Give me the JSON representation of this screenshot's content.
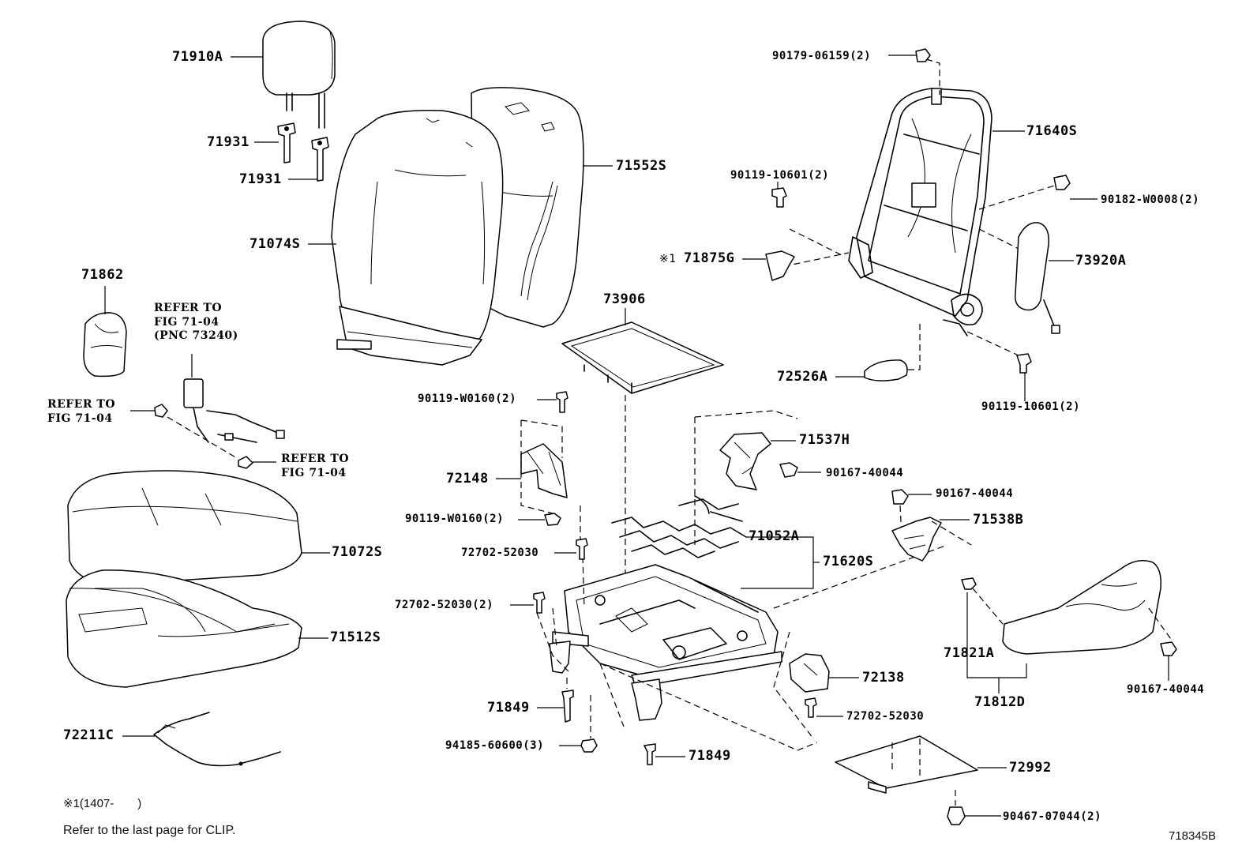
{
  "labels": {
    "headrest": "71910A",
    "headrest_guide_1": "71931",
    "headrest_guide_2": "71931",
    "back_cover": "71552S",
    "back_pad": "71074S",
    "cover_71862": "71862",
    "refer_belt": "REFER TO\nFIG 71-04\n(PNC 73240)",
    "refer_left": "REFER TO\nFIG 71-04",
    "refer_bottom": "REFER TO\nFIG 71-04",
    "cushion_pad": "71072S",
    "cushion_cover": "71512S",
    "wire_72211c": "72211C",
    "pan_73906": "73906",
    "bolt_top": "90119-W0160(2)",
    "bracket_72148": "72148",
    "bolt_lower": "90119-W0160(2)",
    "screw_72702_a": "72702-52030",
    "screw_72702_b": "72702-52030(2)",
    "bolt_71849_a": "71849",
    "nut_94185": "94185-60600(3)",
    "bolt_71849_b": "71849",
    "spring_71052a": "71052A",
    "frame_71620s": "71620S",
    "cover_71537h": "71537H",
    "screw_90167_a": "90167-40044",
    "screw_90167_b": "90167-40044",
    "cover_71538b": "71538B",
    "cover_72138": "72138",
    "screw_72702_c": "72702-52030",
    "board_72992": "72992",
    "clip_90467": "90467-07044(2)",
    "clip_71821a": "71821A",
    "shield_71812d": "71812D",
    "screw_90167_c": "90167-40044",
    "nut_90179": "90179-06159(2)",
    "back_frame": "71640S",
    "bolt_90119_a": "90119-10601(2)",
    "clip_90182": "90182-W0008(2)",
    "armrest_73920a": "73920A",
    "cover_71875g": "71875G",
    "mark_71875g": "※1",
    "knob_72526a": "72526A",
    "bolt_90119_b": "90119-10601(2)"
  },
  "notes": {
    "footnote_mark": "※1(1407-　　)",
    "clip_note": "Refer to the last page for CLIP.",
    "drawing_id": "718345B"
  }
}
